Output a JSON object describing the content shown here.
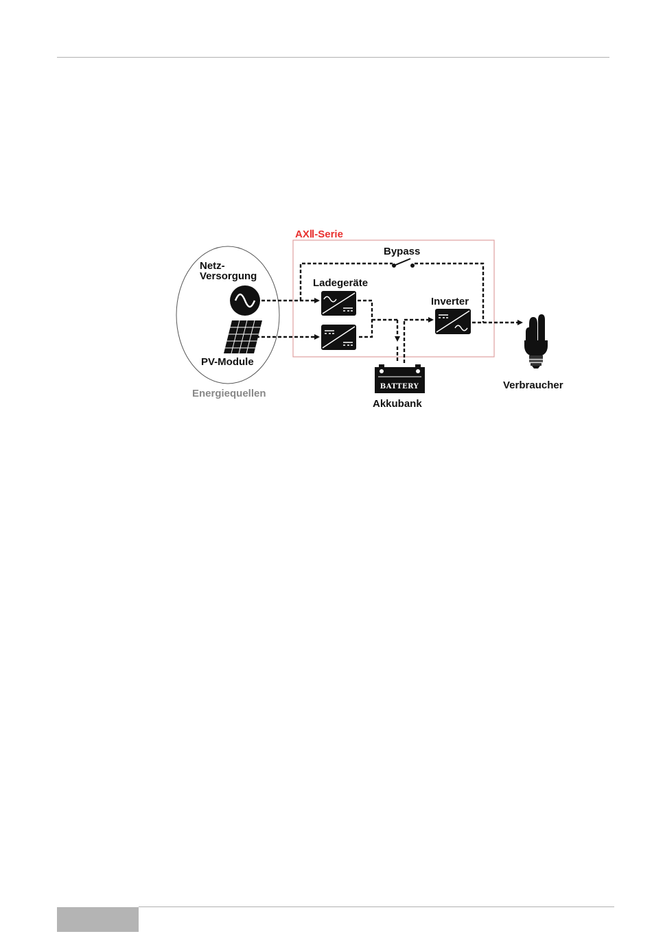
{
  "diagram": {
    "series_label": "AXⅡ-Serie",
    "bypass_label": "Bypass",
    "grid_label_line1": "Netz-",
    "grid_label_line2": "Versorgung",
    "charger_label": "Ladegeräte",
    "inverter_label": "Inverter",
    "pv_label": "PV-Module",
    "sources_label": "Energiequellen",
    "battery_text": "BATTERY",
    "battery_label": "Akkubank",
    "load_label": "Verbraucher",
    "colors": {
      "accent_red": "#e8312f",
      "box_border": "#e0a0a0",
      "sources_grey": "#888888"
    },
    "icons": [
      "ac-sine-icon",
      "solar-panel-icon",
      "charger-icon",
      "inverter-icon",
      "battery-icon",
      "light-bulb-icon",
      "switch-icon"
    ]
  }
}
